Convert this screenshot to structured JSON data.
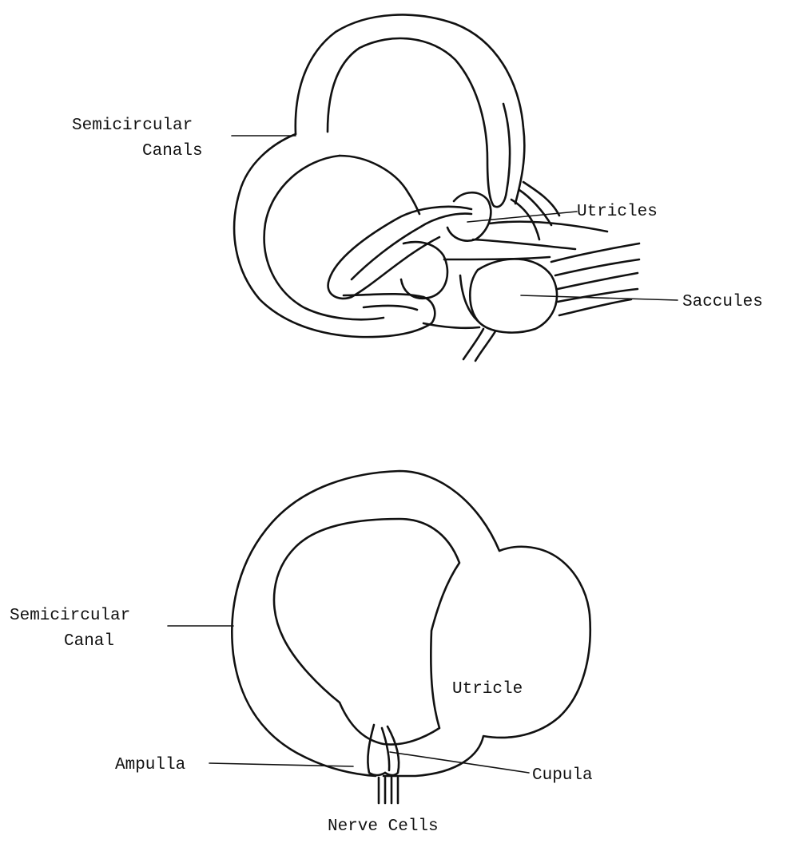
{
  "top_diagram": {
    "labels": {
      "semicircular_canals_line1": "Semicircular",
      "semicircular_canals_line2": "Canals",
      "utricles": "Utricles",
      "saccules": "Saccules"
    }
  },
  "bottom_diagram": {
    "labels": {
      "semicircular_canal_line1": "Semicircular",
      "semicircular_canal_line2": "Canal",
      "utricle": "Utricle",
      "ampulla": "Ampulla",
      "cupula": "Cupula",
      "nerve_cells": "Nerve Cells"
    }
  },
  "colors": {
    "ink": "#111111",
    "background": "#ffffff"
  }
}
